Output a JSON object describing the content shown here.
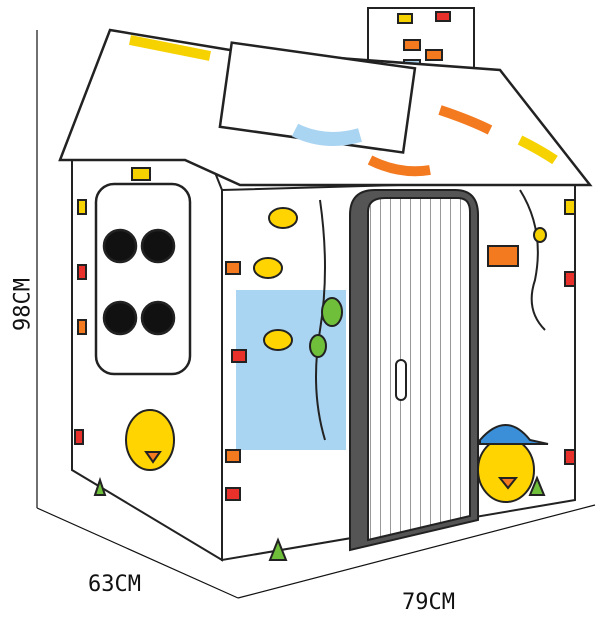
{
  "dimensions": {
    "height": "98CM",
    "depth": "63CM",
    "width": "79CM"
  },
  "colors": {
    "outline": "#222222",
    "brick_red": "#e8312b",
    "brick_orange": "#f47a20",
    "brick_yellow": "#f5d200",
    "sky_blue": "#a9d4f2",
    "door_gray": "#555555",
    "leaf_green": "#6fbf3a",
    "cap_blue": "#3a8fd8",
    "chick_yellow": "#ffd400"
  }
}
